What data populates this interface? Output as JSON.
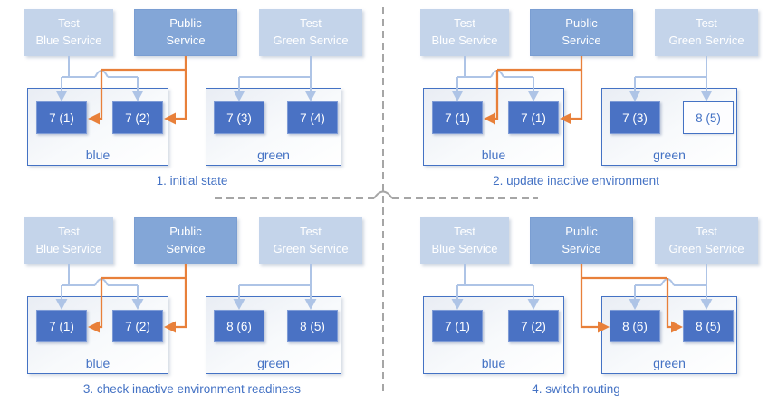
{
  "colors": {
    "accent_blue": "#4472c4",
    "caption_blue": "#4472c4",
    "light_service_fill": "#c4d4ea",
    "public_service_fill": "#83a6d7",
    "pod_fill": "#4a72c4",
    "pod_border": "#7e9bd6",
    "connector_blue": "#aec4e6",
    "orange": "#e8803a",
    "dashed_gray": "#a6a6a6"
  },
  "panels": [
    {
      "caption": "1. initial state",
      "services": {
        "test_blue": "Test\nBlue Service",
        "public": "Public\nService",
        "test_green": "Test\nGreen Service"
      },
      "environments": [
        {
          "name": "blue",
          "pods": [
            {
              "label": "7 (1)"
            },
            {
              "label": "7 (2)"
            }
          ]
        },
        {
          "name": "green",
          "pods": [
            {
              "label": "7 (3)"
            },
            {
              "label": "7 (4)"
            }
          ]
        }
      ],
      "public_routes_to": "blue"
    },
    {
      "caption": "2. update inactive environment",
      "services": {
        "test_blue": "Test\nBlue Service",
        "public": "Public\nService",
        "test_green": "Test\nGreen Service"
      },
      "environments": [
        {
          "name": "blue",
          "pods": [
            {
              "label": "7 (1)"
            },
            {
              "label": "7 (1)"
            }
          ]
        },
        {
          "name": "green",
          "pods": [
            {
              "label": "7 (3)"
            },
            {
              "label": "8 (5)",
              "outlined": true
            }
          ]
        }
      ],
      "public_routes_to": "blue"
    },
    {
      "caption": "3. check inactive environment readiness",
      "services": {
        "test_blue": "Test\nBlue Service",
        "public": "Public\nService",
        "test_green": "Test\nGreen Service"
      },
      "environments": [
        {
          "name": "blue",
          "pods": [
            {
              "label": "7 (1)"
            },
            {
              "label": "7 (2)"
            }
          ]
        },
        {
          "name": "green",
          "pods": [
            {
              "label": "8 (6)"
            },
            {
              "label": "8 (5)"
            }
          ]
        }
      ],
      "public_routes_to": "blue"
    },
    {
      "caption": "4. switch routing",
      "services": {
        "test_blue": "Test\nBlue Service",
        "public": "Public\nService",
        "test_green": "Test\nGreen Service"
      },
      "environments": [
        {
          "name": "blue",
          "pods": [
            {
              "label": "7 (1)"
            },
            {
              "label": "7 (2)"
            }
          ]
        },
        {
          "name": "green",
          "pods": [
            {
              "label": "8 (6)"
            },
            {
              "label": "8 (5)"
            }
          ]
        }
      ],
      "public_routes_to": "green"
    }
  ]
}
